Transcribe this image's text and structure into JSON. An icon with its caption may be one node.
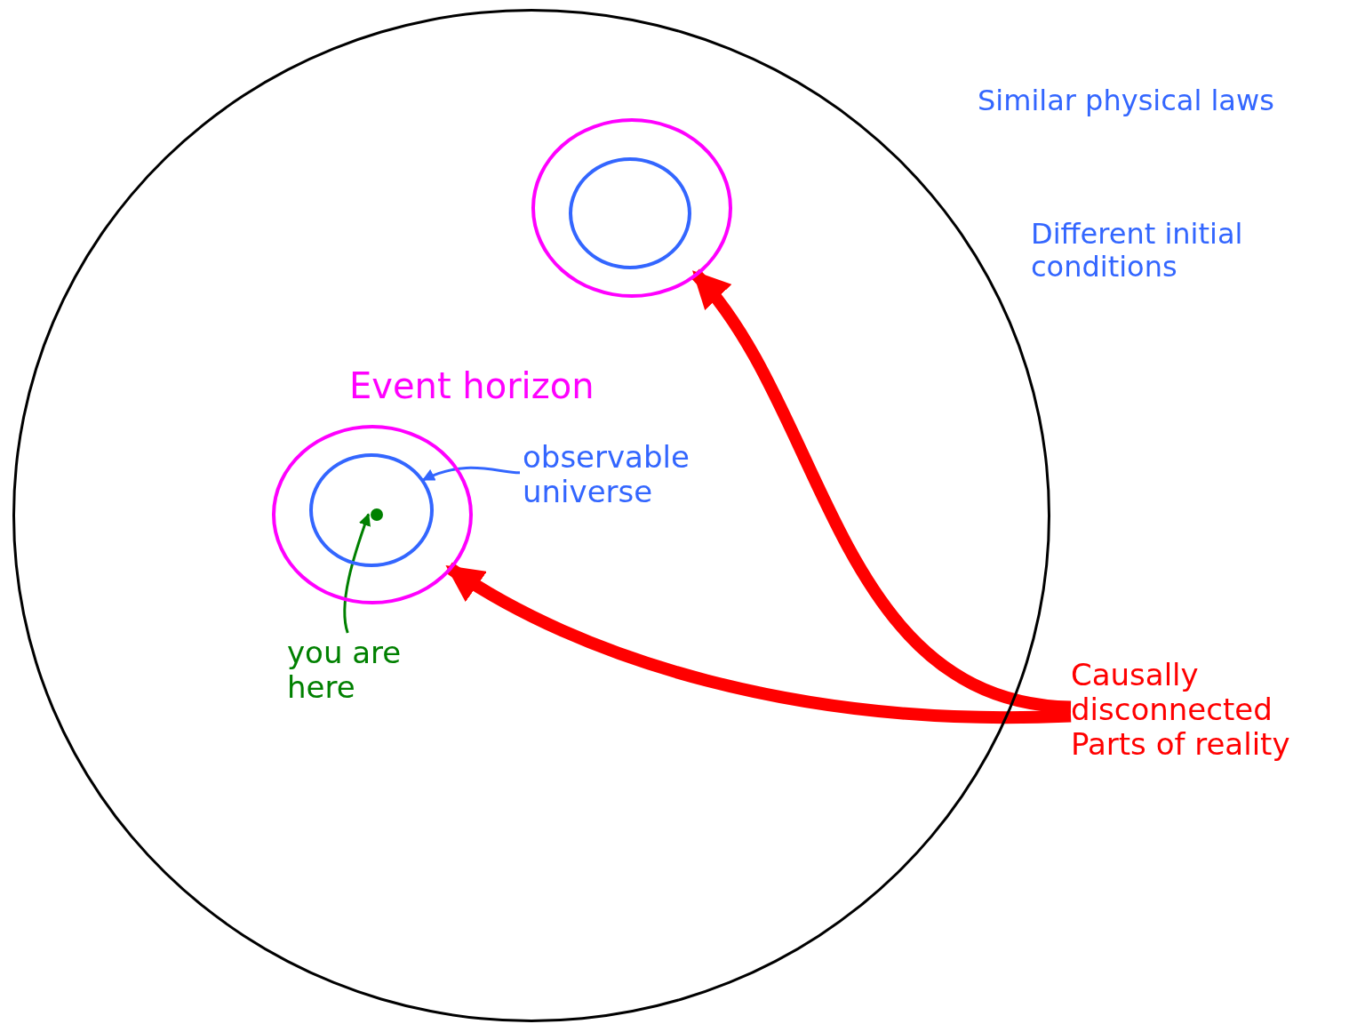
{
  "diagram": {
    "nodes": [
      {
        "text": [],
        "shape": "circle"
      },
      {
        "text": [],
        "shape": "circle",
        "in": 0
      },
      {
        "text": [],
        "shape": "circle",
        "in": 1
      },
      {
        "text": [
          "Event horizon"
        ],
        "in": 0
      },
      {
        "text": [],
        "shape": "circle",
        "in": 3
      },
      {
        "text": [],
        "shape": "circle",
        "in": 4
      },
      {
        "text": [
          "observable universe"
        ],
        "in": 0
      },
      {
        "text": [
          "you are here"
        ],
        "in": 0
      },
      {
        "text": [
          "Causally disconnected Parts of reality"
        ]
      }
    ],
    "edges": [
      {
        "from": 6,
        "to": 4,
        "arrow": "to",
        "color": "#3366ff"
      },
      {
        "from": 7,
        "to": 5,
        "arrow": "to",
        "color": "#008000"
      },
      {
        "from": 8,
        "to": 1,
        "arrow": "to",
        "style": "thick",
        "color": "#ff0000"
      },
      {
        "from": 8,
        "to": 3,
        "arrow": "to",
        "style": "thick",
        "color": "#ff0000"
      }
    ],
    "labels": [
      "Similar physical laws",
      "Different initial conditions"
    ]
  }
}
